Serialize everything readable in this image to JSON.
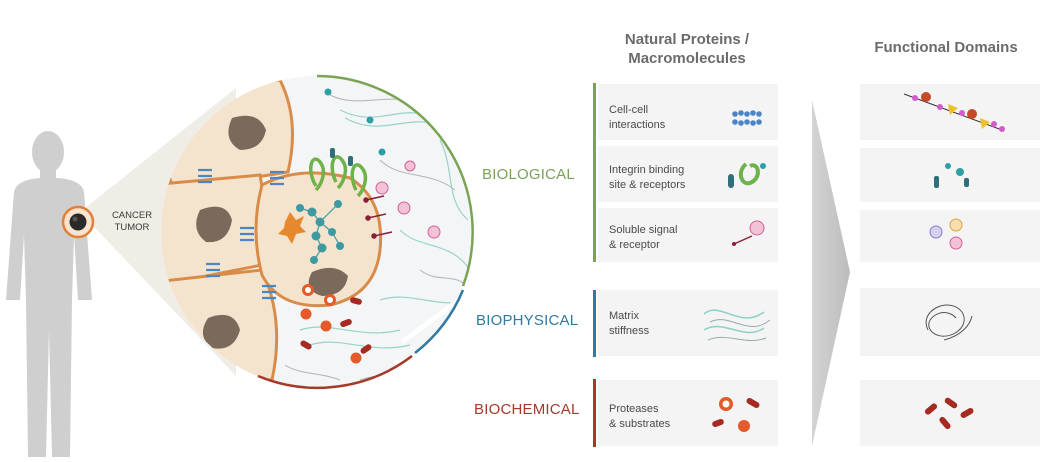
{
  "tumor_label_line1": "CANCER",
  "tumor_label_line2": "TUMOR",
  "categories": {
    "biological": "BIOLOGICAL",
    "biophysical": "BIOPHYSICAL",
    "biochemical": "BIOCHEMICAL"
  },
  "headers": {
    "natural_line1": "Natural Proteins /",
    "natural_line2": "Macromolecules",
    "functional": "Functional Domains"
  },
  "cards": [
    {
      "line1": "Cell-cell",
      "line2": "interactions",
      "icon": "cadherin-chain-icon"
    },
    {
      "line1": "Integrin binding",
      "line2": "site & receptors",
      "icon": "integrin-icon"
    },
    {
      "line1": "Soluble signal",
      "line2": "& receptor",
      "icon": "soluble-signal-icon"
    },
    {
      "line1": "Matrix",
      "line2": "stiffness",
      "icon": "fiber-icon"
    },
    {
      "line1": "Proteases",
      "line2": "& substrates",
      "icon": "protease-icon"
    }
  ],
  "colors": {
    "biological": "#7aa354",
    "biophysical": "#2f7aa0",
    "biochemical": "#a33a2a",
    "cell_border": "#d98c4a",
    "cell_fill": "#f5e4cd",
    "nucleus": "#7a6a5c"
  }
}
